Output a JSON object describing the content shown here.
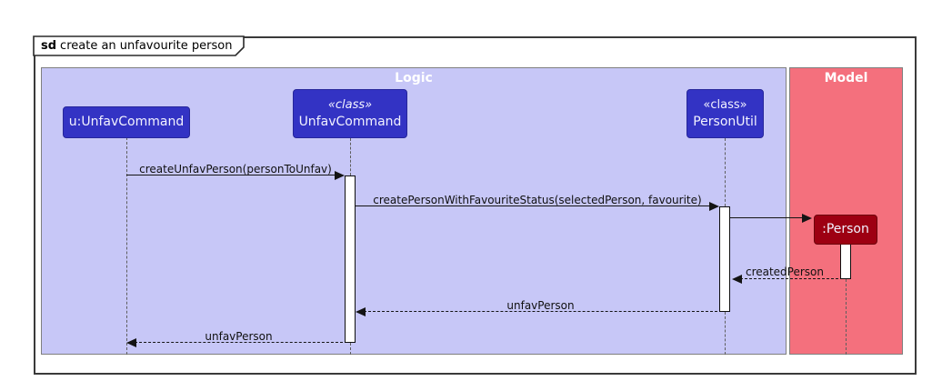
{
  "diagram": {
    "frame_keyword": "sd",
    "frame_title": "create an unfavourite person",
    "groups": [
      {
        "label": "Logic",
        "fill": "#C7C7F7"
      },
      {
        "label": "Model",
        "fill": "#F4707D"
      }
    ],
    "participants": [
      {
        "name": "u:UnfavCommand",
        "color": "#3333C4"
      },
      {
        "stereotype": "«class»",
        "name": "UnfavCommand",
        "color": "#3333C4"
      },
      {
        "stereotype": "«class»",
        "name": "PersonUtil",
        "color": "#3333C4"
      },
      {
        "name": ":Person",
        "color": "#9D0012"
      }
    ],
    "messages": [
      {
        "label": "createUnfavPerson(personToUnfav)",
        "type": "call"
      },
      {
        "label": "createPersonWithFavouriteStatus(selectedPerson, favourite)",
        "type": "call"
      },
      {
        "label": "",
        "type": "create"
      },
      {
        "label": "createdPerson",
        "type": "return"
      },
      {
        "label": "unfavPerson",
        "type": "return"
      },
      {
        "label": "unfavPerson",
        "type": "return"
      }
    ]
  }
}
